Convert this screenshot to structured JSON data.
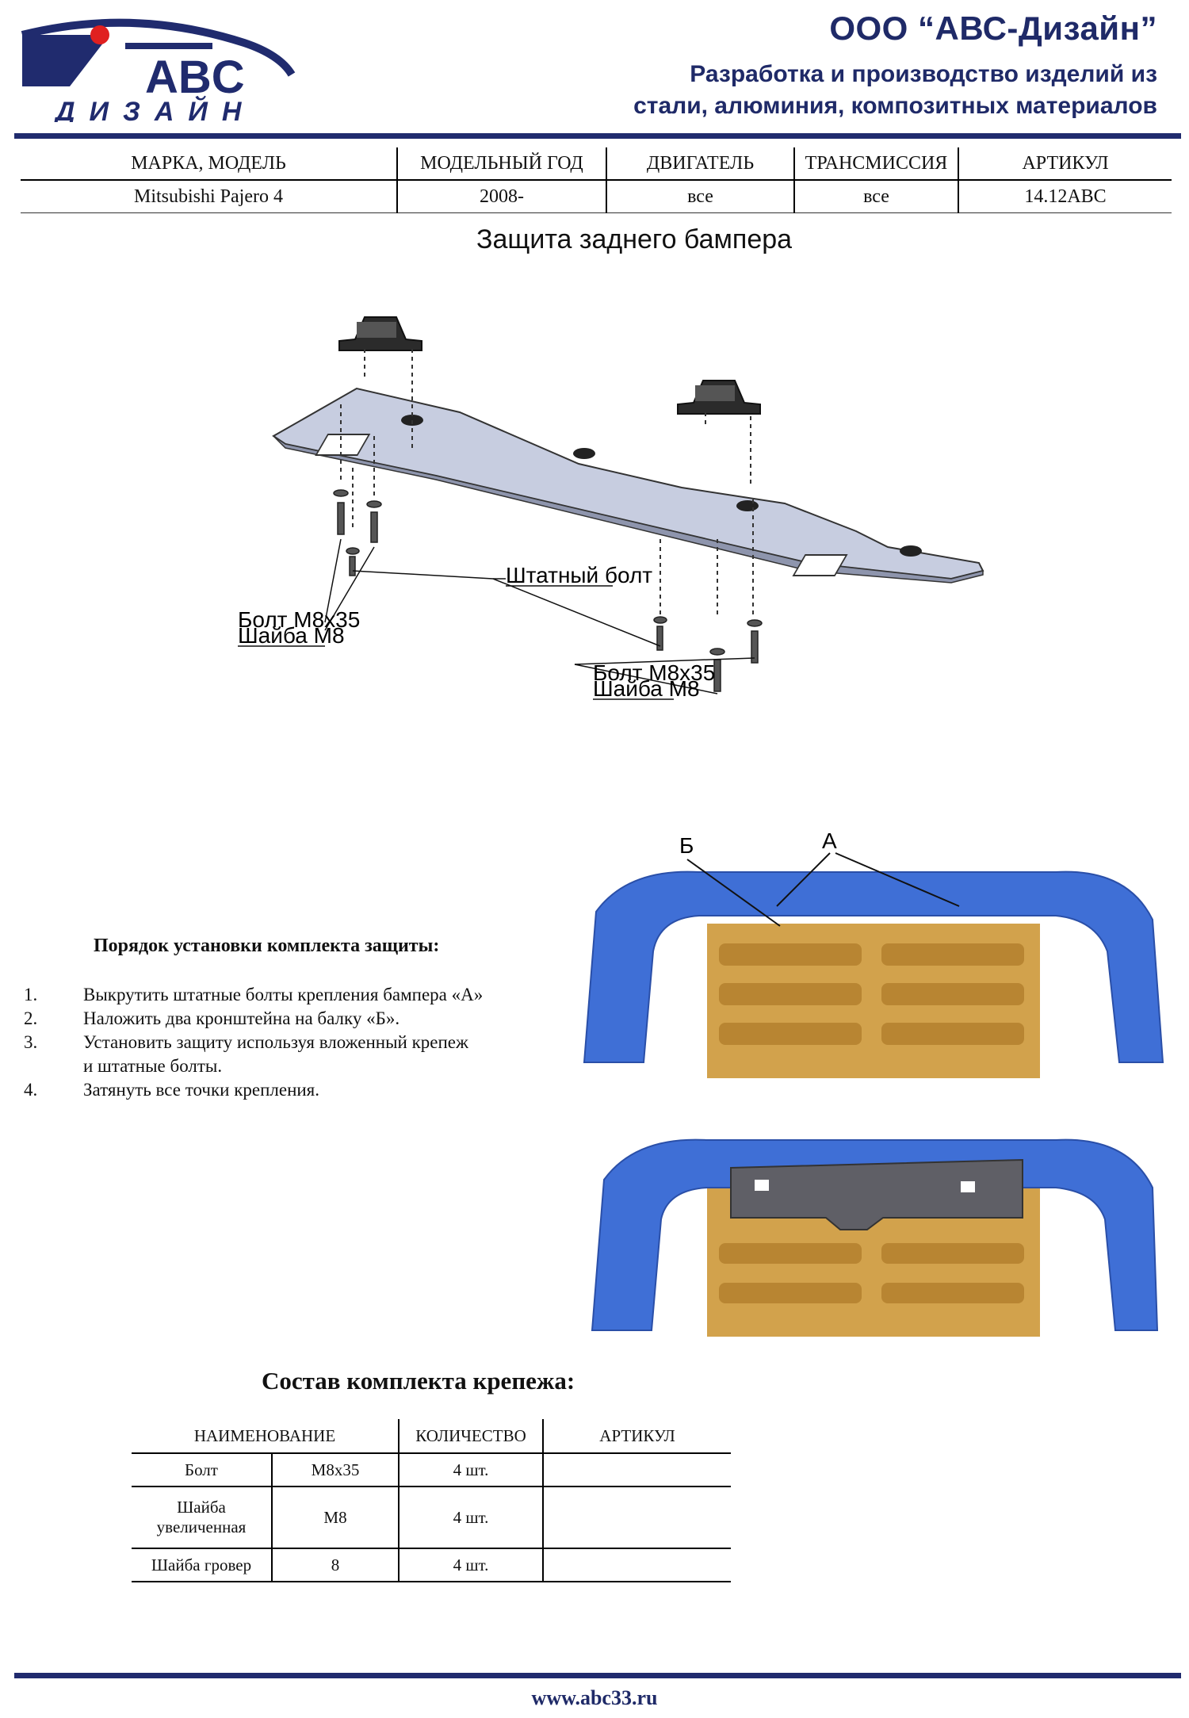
{
  "header": {
    "logo_text": "ABC",
    "logo_subtext": "ДИЗАЙН",
    "company": "ООО “АВС-Дизайн”",
    "tagline_line1": "Разработка и производство изделий из",
    "tagline_line2": "стали, алюминия, композитных материалов"
  },
  "info_table": {
    "headers": [
      "МАРКА, МОДЕЛЬ",
      "МОДЕЛЬНЫЙ ГОД",
      "ДВИГАТЕЛЬ",
      "ТРАНСМИССИЯ",
      "АРТИКУЛ"
    ],
    "values": [
      "Mitsubishi Pajero 4",
      "2008-",
      "все",
      "все",
      "14.12АВС"
    ]
  },
  "title": "Защита заднего бампера",
  "diagram": {
    "standard_bolt": "Штатный болт",
    "bolt_left": "Болт М8х35",
    "washer_left": "Шайба М8",
    "bolt_right": "Болт М8х35",
    "washer_right": "Шайба М8"
  },
  "photos": {
    "label_b": "Б",
    "label_a": "А"
  },
  "procedure": {
    "title": "Порядок установки комплекта защиты:",
    "steps": [
      {
        "num": "1.",
        "text": "Выкрутить штатные болты крепления бампера «А»"
      },
      {
        "num": "2.",
        "text": "Наложить два кронштейна на балку «Б»."
      },
      {
        "num": "3.",
        "text": "Установить защиту используя вложенный крепеж",
        "text2": "и штатные болты."
      },
      {
        "num": "4.",
        "text": "Затянуть все точки крепления."
      }
    ]
  },
  "kit": {
    "title": "Состав комплекта крепежа:",
    "headers": [
      "НАИМЕНОВАНИЕ",
      "КОЛИЧЕСТВО",
      "АРТИКУЛ"
    ],
    "rows": [
      {
        "name": "Болт",
        "name2": "",
        "spec": "М8х35",
        "qty": "4 шт.",
        "article": ""
      },
      {
        "name": "Шайба",
        "name2": "увеличенная",
        "spec": "М8",
        "qty": "4 шт.",
        "article": ""
      },
      {
        "name": "Шайба гровер",
        "name2": "",
        "spec": "8",
        "qty": "4 шт.",
        "article": ""
      }
    ]
  },
  "footer": {
    "url": "www.abc33.ru"
  },
  "colors": {
    "brand_navy": "#1f2a68",
    "accent_red": "#e02020",
    "bumper_blue": "#3f6fd6",
    "floor_tan": "#d2a24c",
    "plate_grey": "#9aa3bd"
  }
}
